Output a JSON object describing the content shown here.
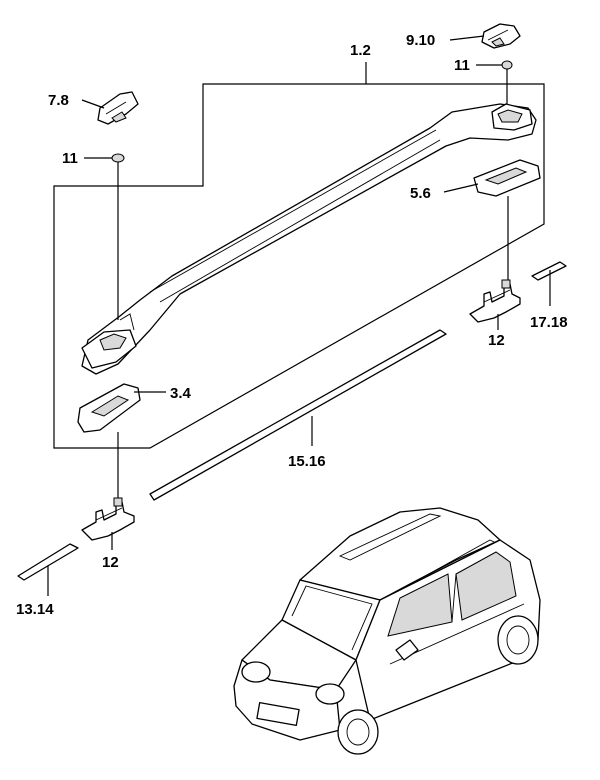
{
  "callouts": {
    "rail_assembly": "1.2",
    "end_cap_front": "7.8",
    "end_cap_rear": "9.10",
    "plug_front": "11",
    "plug_rear": "11",
    "pad_rear": "5.6",
    "pad_front": "3.4",
    "bracket_front": "12",
    "bracket_rear": "12",
    "strip_front": "13.14",
    "moulding": "15.16",
    "strip_rear": "17.18"
  }
}
